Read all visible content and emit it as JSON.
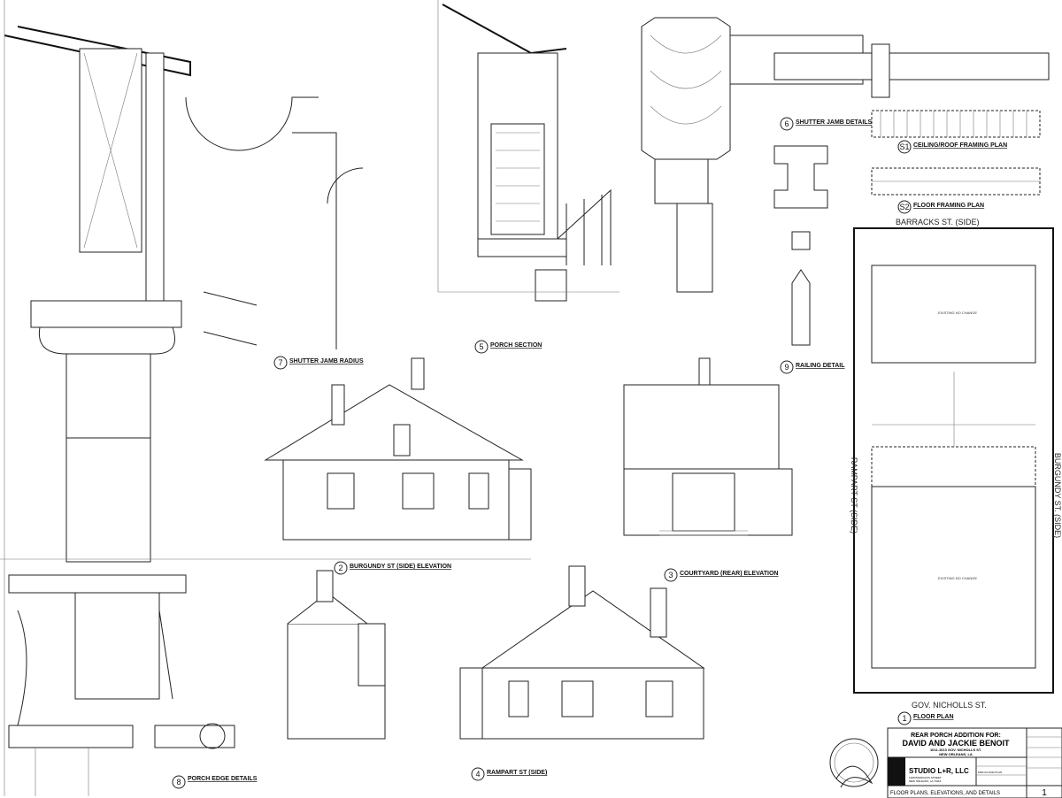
{
  "drawings": [
    {
      "number": "1",
      "title": "FLOOR PLAN"
    },
    {
      "number": "2",
      "title": "BURGUNDY ST (SIDE) ELEVATION"
    },
    {
      "number": "3",
      "title": "COURTYARD (REAR) ELEVATION"
    },
    {
      "number": "4",
      "title": "RAMPART ST (SIDE)"
    },
    {
      "number": "5",
      "title": "PORCH SECTION"
    },
    {
      "number": "6",
      "title": "SHUTTER JAMB DETAILS"
    },
    {
      "number": "7",
      "title": "SHUTTER JAMB RADIUS"
    },
    {
      "number": "8",
      "title": "PORCH EDGE DETAILS"
    },
    {
      "number": "9",
      "title": "RAILING DETAIL"
    },
    {
      "number": "S1",
      "title": "CEILING/ROOF FRAMING PLAN"
    },
    {
      "number": "S2",
      "title": "FLOOR FRAMING PLAN"
    }
  ],
  "streets": {
    "top": "BARRACKS ST. (SIDE)",
    "bottom": "GOV. NICHOLLS ST.",
    "left": "RAMPART ST (SIDE)",
    "right": "BURGUNDY ST. (SIDE)"
  },
  "plan_labels": {
    "existing": "EXISTING NO CHANGE"
  },
  "title_block": {
    "project_line": "REAR PORCH ADDITION FOR:",
    "client": "DAVID AND JACKIE BENOIT",
    "address1": "1011-1013 GOV. NICHOLLS ST.",
    "address2": "NEW ORLEANS, LA",
    "firm": "STUDIO L+R, LLC",
    "firm_address1": "1308 BARRACKS STREET",
    "firm_address2": "NEW ORLEANS, LA 70116",
    "sheet_title": "FLOOR PLANS, ELEVATIONS, AND DETAILS",
    "drawing_name": "MAIN FLOOR PLAN",
    "sheet_number": "1"
  }
}
